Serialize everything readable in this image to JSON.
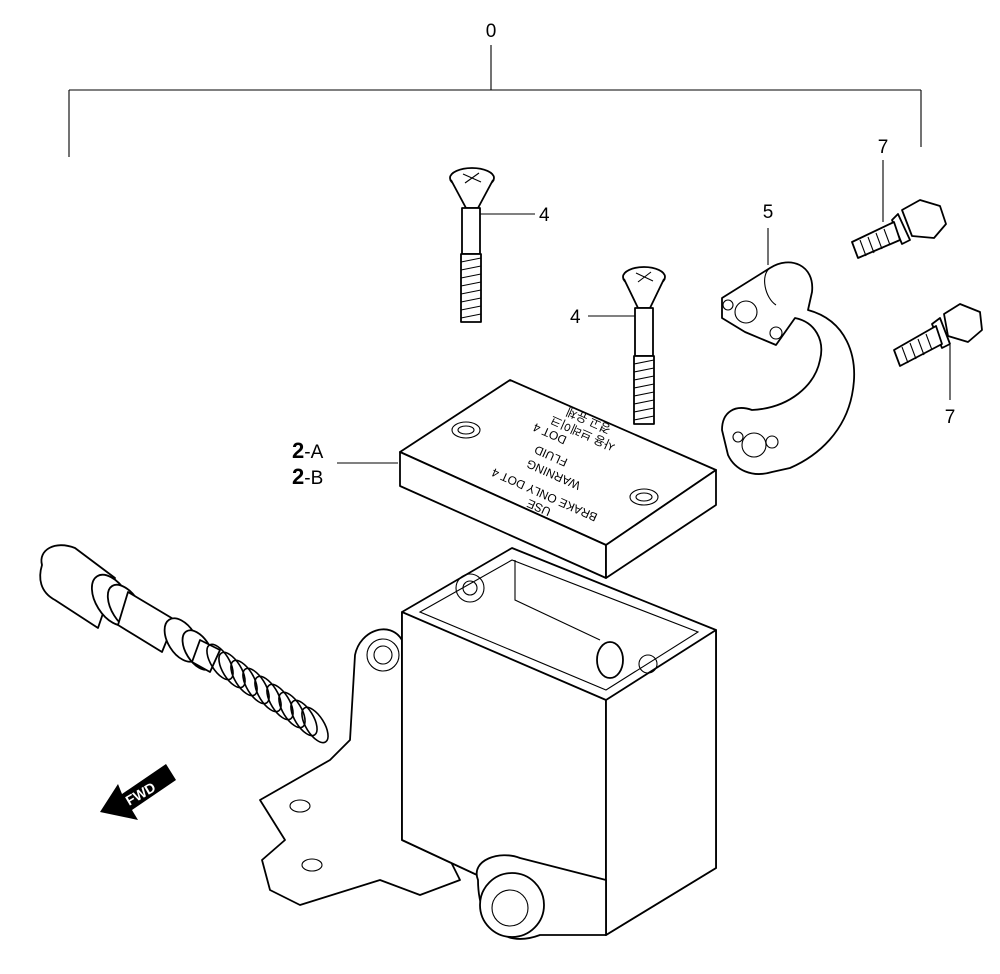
{
  "callouts": {
    "assembly": "0",
    "screw_a": "4",
    "screw_b": "4",
    "clamp": "5",
    "bolt_a": "7",
    "bolt_b": "7",
    "cap_a_num": "2",
    "cap_a_suffix": "-A",
    "cap_b_num": "2",
    "cap_b_suffix": "-B"
  },
  "cap_text": {
    "line1": "USE",
    "line2": "BRAKE ONLY DOT 4",
    "line3": "WARNING",
    "line4": "FLUID",
    "line5": "DOT 4",
    "line6": "사용 브레이크",
    "line7": "경고 유체"
  },
  "direction_arrow": {
    "label": "FWD"
  },
  "icons": [
    "fwd-arrow-icon"
  ]
}
